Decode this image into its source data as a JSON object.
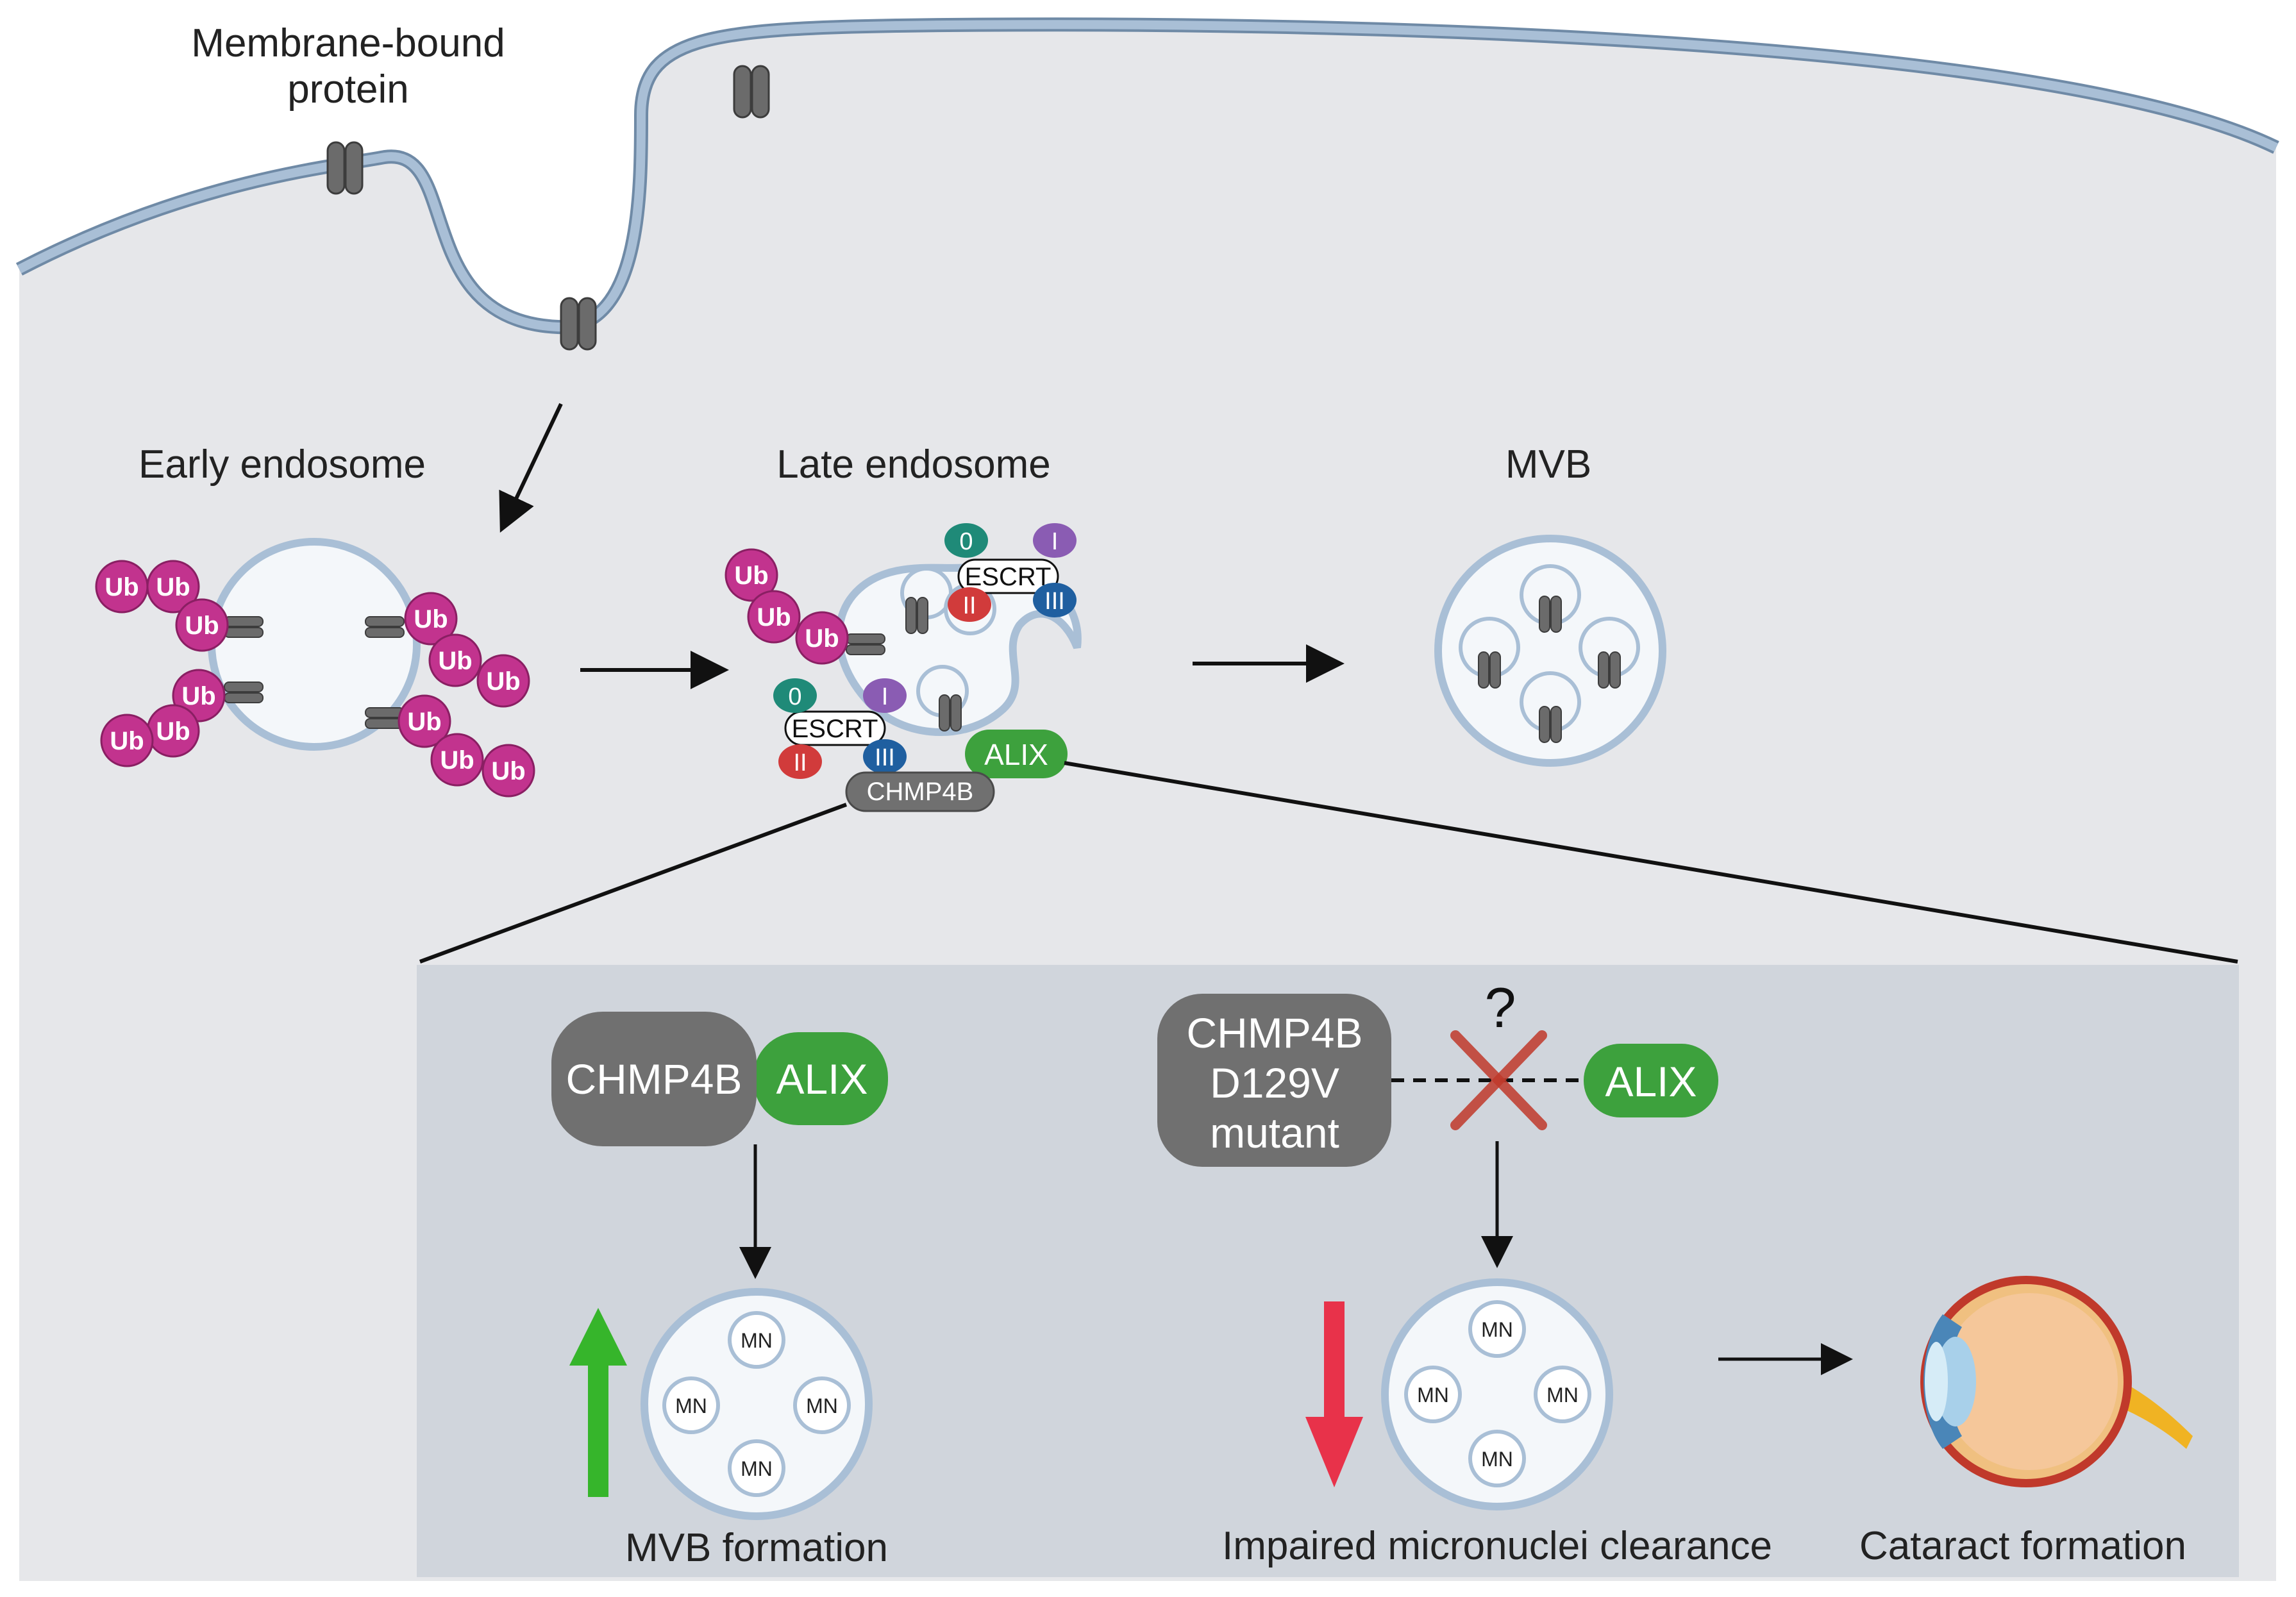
{
  "labels": {
    "membrane_line1": "Membrane-bound",
    "membrane_line2": "protein",
    "early_endosome": "Early endosome",
    "late_endosome": "Late endosome",
    "mvb": "MVB",
    "mvb_formation": "MVB formation",
    "impaired_clearance": "Impaired micronuclei clearance",
    "cataract_formation": "Cataract formation"
  },
  "molecules": {
    "ub": "Ub",
    "escrt": "ESCRT",
    "escrt_0": "0",
    "escrt_1": "I",
    "escrt_2": "II",
    "escrt_3": "III",
    "alix": "ALIX",
    "chmp4b": "CHMP4B",
    "mutant_line1": "CHMP4B",
    "mutant_line2": "D129V",
    "mutant_line3": "mutant",
    "question": "?",
    "mn": "MN"
  },
  "colors": {
    "cytoplasm": "#e6e7ea",
    "membrane": "#a9bfd6",
    "membrane_edge": "#6f8aa6",
    "panel": "#d0d5dc",
    "protein": "#6b6b6b",
    "ubiquitin": "#c2338e",
    "alix": "#3da13d",
    "chmp4b": "#707070",
    "escrt_0": "#1f8a78",
    "escrt_1": "#8a5cb3",
    "escrt_2": "#d13b3b",
    "escrt_3": "#1f5fa0",
    "up_arrow": "#36b52b",
    "down_arrow": "#e8324a",
    "cross": "#c0392b"
  }
}
